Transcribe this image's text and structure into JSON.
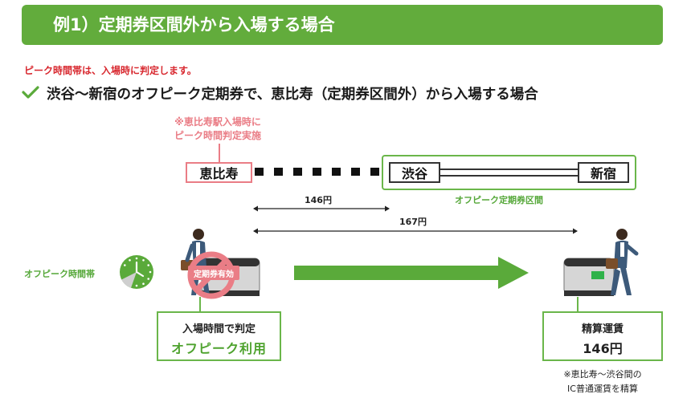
{
  "header": {
    "title": "例1）定期券区間外から入場する場合"
  },
  "notice": "ピーク時間帯は、入場時に判定します。",
  "case_title": "渋谷〜新宿のオフピーク定期券で、恵比寿（定期券区間外）から入場する場合",
  "peak_note": {
    "line1": "※恵比寿駅入場時に",
    "line2": "ピーク時間判定実施"
  },
  "stations": {
    "ebisu": "恵比寿",
    "shibuya": "渋谷",
    "shinjuku": "新宿"
  },
  "offpeak_section_label": "オフピーク定期券区間",
  "fares": {
    "ebisu_shibuya": "146円",
    "ebisu_shinjuku": "167円"
  },
  "offpeak_time_label": "オフピーク時間帯",
  "pass_valid_badge": "定期券有効",
  "judge_box": {
    "line1": "入場時間で判定",
    "line2": "オフピーク利用"
  },
  "settle_box": {
    "line1": "精算運賃",
    "line2": "146円"
  },
  "settle_note": {
    "line1": "※恵比寿〜渋谷間の",
    "line2": "IC普通運賃を精算"
  },
  "colors": {
    "header_green": "#62ac3c",
    "accent_green": "#56a83a",
    "peak_pink": "#ea7d86",
    "notice_red": "#d8282f"
  },
  "icons": [
    "check-icon",
    "clock-icon",
    "no-entry-icon",
    "person-icon",
    "ticket-gate-icon",
    "right-arrow-icon"
  ]
}
